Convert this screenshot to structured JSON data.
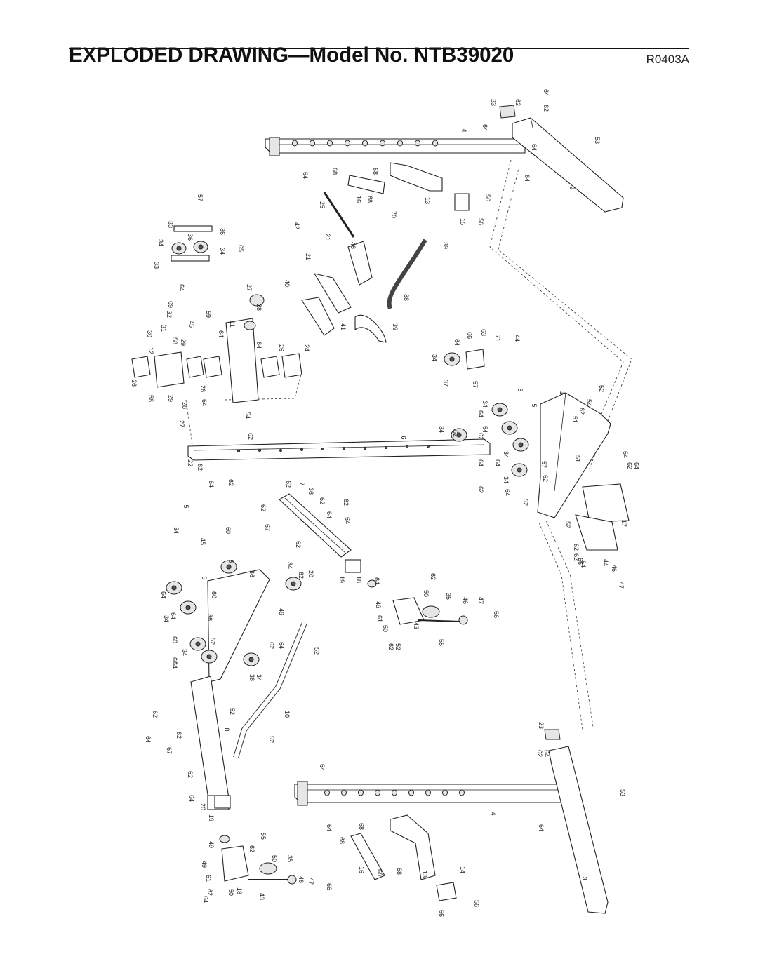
{
  "header": {
    "title": "EXPLODED DRAWING—Model No. NTB39020",
    "code": "R0403A"
  },
  "callouts": [
    {
      "t": "23"
    },
    {
      "t": "62"
    },
    {
      "t": "64"
    },
    {
      "t": "62"
    },
    {
      "t": "4"
    },
    {
      "t": "64"
    },
    {
      "t": "64"
    },
    {
      "t": "53"
    },
    {
      "t": "64"
    },
    {
      "t": "68"
    },
    {
      "t": "68"
    },
    {
      "t": "64"
    },
    {
      "t": "2"
    },
    {
      "t": "57"
    },
    {
      "t": "25"
    },
    {
      "t": "16"
    },
    {
      "t": "68"
    },
    {
      "t": "13"
    },
    {
      "t": "56"
    },
    {
      "t": "15"
    },
    {
      "t": "56"
    },
    {
      "t": "70"
    },
    {
      "t": "33"
    },
    {
      "t": "36"
    },
    {
      "t": "34"
    },
    {
      "t": "36"
    },
    {
      "t": "65"
    },
    {
      "t": "42"
    },
    {
      "t": "21"
    },
    {
      "t": "21"
    },
    {
      "t": "48"
    },
    {
      "t": "39"
    },
    {
      "t": "33"
    },
    {
      "t": "34"
    },
    {
      "t": "64"
    },
    {
      "t": "40"
    },
    {
      "t": "38"
    },
    {
      "t": "27"
    },
    {
      "t": "28"
    },
    {
      "t": "11"
    },
    {
      "t": "41"
    },
    {
      "t": "39"
    },
    {
      "t": "30"
    },
    {
      "t": "31"
    },
    {
      "t": "32"
    },
    {
      "t": "69"
    },
    {
      "t": "45"
    },
    {
      "t": "59"
    },
    {
      "t": "58"
    },
    {
      "t": "29"
    },
    {
      "t": "64"
    },
    {
      "t": "64"
    },
    {
      "t": "26"
    },
    {
      "t": "24"
    },
    {
      "t": "12"
    },
    {
      "t": "26"
    },
    {
      "t": "58"
    },
    {
      "t": "29"
    },
    {
      "t": "28"
    },
    {
      "t": "64"
    },
    {
      "t": "26"
    },
    {
      "t": "27"
    },
    {
      "t": "34"
    },
    {
      "t": "64"
    },
    {
      "t": "66"
    },
    {
      "t": "63"
    },
    {
      "t": "71"
    },
    {
      "t": "44"
    },
    {
      "t": "37"
    },
    {
      "t": "57"
    },
    {
      "t": "1"
    },
    {
      "t": "52"
    },
    {
      "t": "5"
    },
    {
      "t": "34"
    },
    {
      "t": "5"
    },
    {
      "t": "64"
    },
    {
      "t": "51"
    },
    {
      "t": "62"
    },
    {
      "t": "54"
    },
    {
      "t": "22"
    },
    {
      "t": "62"
    },
    {
      "t": "54"
    },
    {
      "t": "62"
    },
    {
      "t": "64"
    },
    {
      "t": "62"
    },
    {
      "t": "6"
    },
    {
      "t": "34"
    },
    {
      "t": "62"
    },
    {
      "t": "54"
    },
    {
      "t": "62"
    },
    {
      "t": "64"
    },
    {
      "t": "34"
    },
    {
      "t": "64"
    },
    {
      "t": "57"
    },
    {
      "t": "51"
    },
    {
      "t": "62"
    },
    {
      "t": "34"
    },
    {
      "t": "64"
    },
    {
      "t": "62"
    },
    {
      "t": "52"
    },
    {
      "t": "64"
    },
    {
      "t": "52"
    },
    {
      "t": "17"
    },
    {
      "t": "62"
    },
    {
      "t": "64"
    },
    {
      "t": "62"
    },
    {
      "t": "64"
    },
    {
      "t": "62"
    },
    {
      "t": "7"
    },
    {
      "t": "62"
    },
    {
      "t": "64"
    },
    {
      "t": "62"
    },
    {
      "t": "5"
    },
    {
      "t": "67"
    },
    {
      "t": "62"
    },
    {
      "t": "45"
    },
    {
      "t": "60"
    },
    {
      "t": "62"
    },
    {
      "t": "64"
    },
    {
      "t": "36"
    },
    {
      "t": "34"
    },
    {
      "t": "5"
    },
    {
      "t": "9"
    },
    {
      "t": "60"
    },
    {
      "t": "36"
    },
    {
      "t": "34"
    },
    {
      "t": "62"
    },
    {
      "t": "20"
    },
    {
      "t": "19"
    },
    {
      "t": "18"
    },
    {
      "t": "64"
    },
    {
      "t": "62"
    },
    {
      "t": "50"
    },
    {
      "t": "35"
    },
    {
      "t": "46"
    },
    {
      "t": "47"
    },
    {
      "t": "66"
    },
    {
      "t": "44"
    },
    {
      "t": "46"
    },
    {
      "t": "47"
    },
    {
      "t": "66"
    },
    {
      "t": "62"
    },
    {
      "t": "64"
    },
    {
      "t": "34"
    },
    {
      "t": "64"
    },
    {
      "t": "36"
    },
    {
      "t": "60"
    },
    {
      "t": "64"
    },
    {
      "t": "34"
    },
    {
      "t": "52"
    },
    {
      "t": "49"
    },
    {
      "t": "49"
    },
    {
      "t": "61"
    },
    {
      "t": "50"
    },
    {
      "t": "43"
    },
    {
      "t": "55"
    },
    {
      "t": "62"
    },
    {
      "t": "52"
    },
    {
      "t": "62"
    },
    {
      "t": "64"
    },
    {
      "t": "36"
    },
    {
      "t": "34"
    },
    {
      "t": "52"
    },
    {
      "t": "60"
    },
    {
      "t": "10"
    },
    {
      "t": "52"
    },
    {
      "t": "8"
    },
    {
      "t": "62"
    },
    {
      "t": "64"
    },
    {
      "t": "67"
    },
    {
      "t": "62"
    },
    {
      "t": "52"
    },
    {
      "t": "62"
    },
    {
      "t": "64"
    },
    {
      "t": "20"
    },
    {
      "t": "19"
    },
    {
      "t": "49"
    },
    {
      "t": "62"
    },
    {
      "t": "55"
    },
    {
      "t": "50"
    },
    {
      "t": "35"
    },
    {
      "t": "46"
    },
    {
      "t": "47"
    },
    {
      "t": "66"
    },
    {
      "t": "49"
    },
    {
      "t": "61"
    },
    {
      "t": "62"
    },
    {
      "t": "64"
    },
    {
      "t": "50"
    },
    {
      "t": "18"
    },
    {
      "t": "43"
    },
    {
      "t": "23"
    },
    {
      "t": "62"
    },
    {
      "t": "64"
    },
    {
      "t": "64"
    },
    {
      "t": "53"
    },
    {
      "t": "4"
    },
    {
      "t": "64"
    },
    {
      "t": "68"
    },
    {
      "t": "68"
    },
    {
      "t": "64"
    },
    {
      "t": "16"
    },
    {
      "t": "68"
    },
    {
      "t": "68"
    },
    {
      "t": "13"
    },
    {
      "t": "14"
    },
    {
      "t": "56"
    },
    {
      "t": "56"
    },
    {
      "t": "3"
    }
  ]
}
